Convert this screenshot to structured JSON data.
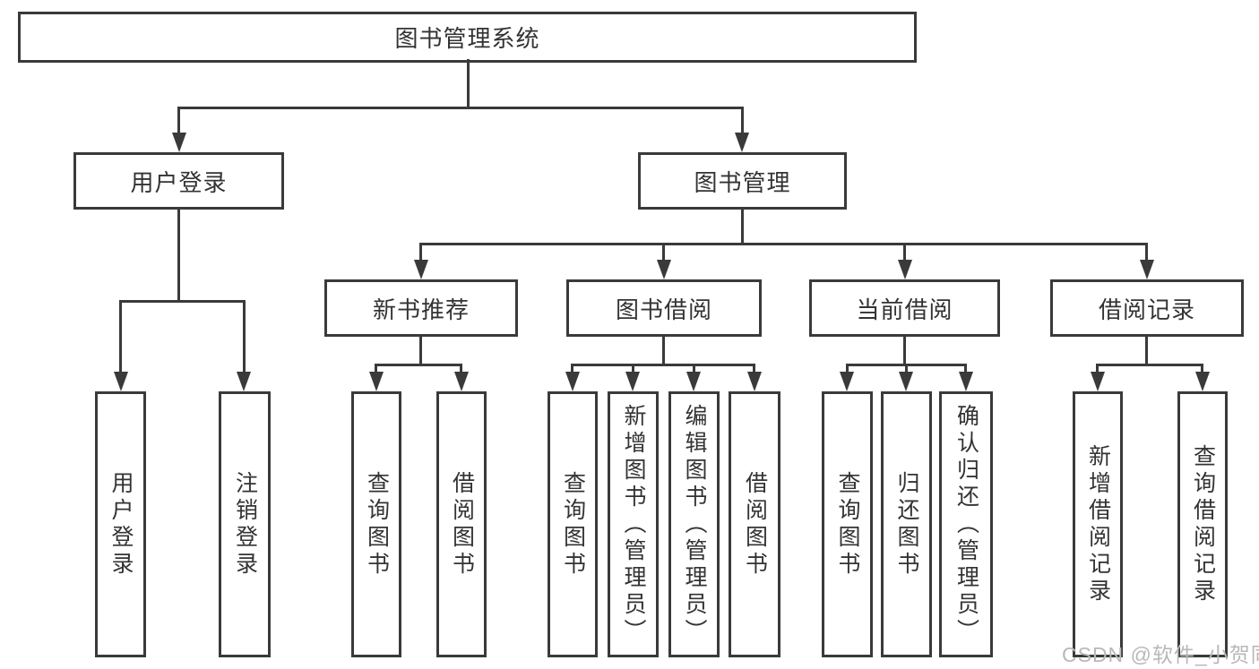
{
  "diagram": {
    "title": "图书管理系统",
    "level2": [
      {
        "label": "用户登录"
      },
      {
        "label": "图书管理"
      }
    ],
    "level3": [
      {
        "label": "新书推荐"
      },
      {
        "label": "图书借阅"
      },
      {
        "label": "当前借阅"
      },
      {
        "label": "借阅记录"
      }
    ],
    "leaves": [
      {
        "label": "用户登录",
        "parent": "用户登录"
      },
      {
        "label": "注销登录",
        "parent": "用户登录"
      },
      {
        "label": "查询图书",
        "parent": "新书推荐"
      },
      {
        "label": "借阅图书",
        "parent": "新书推荐"
      },
      {
        "label": "查询图书",
        "parent": "图书借阅"
      },
      {
        "label": "新增图书（管理员）",
        "parent": "图书借阅"
      },
      {
        "label": "编辑图书（管理员）",
        "parent": "图书借阅"
      },
      {
        "label": "借阅图书",
        "parent": "图书借阅"
      },
      {
        "label": "查询图书",
        "parent": "当前借阅"
      },
      {
        "label": "归还图书",
        "parent": "当前借阅"
      },
      {
        "label": "确认归还（管理员）",
        "parent": "当前借阅"
      },
      {
        "label": "新增借阅记录",
        "parent": "借阅记录"
      },
      {
        "label": "查询借阅记录",
        "parent": "借阅记录"
      }
    ],
    "colors": {
      "line": "#3a3a3a",
      "text": "#333333",
      "background": "#ffffff",
      "watermark": "#b8b8b8"
    }
  },
  "watermark": {
    "text": "CSDN @软件_小贺同学"
  }
}
